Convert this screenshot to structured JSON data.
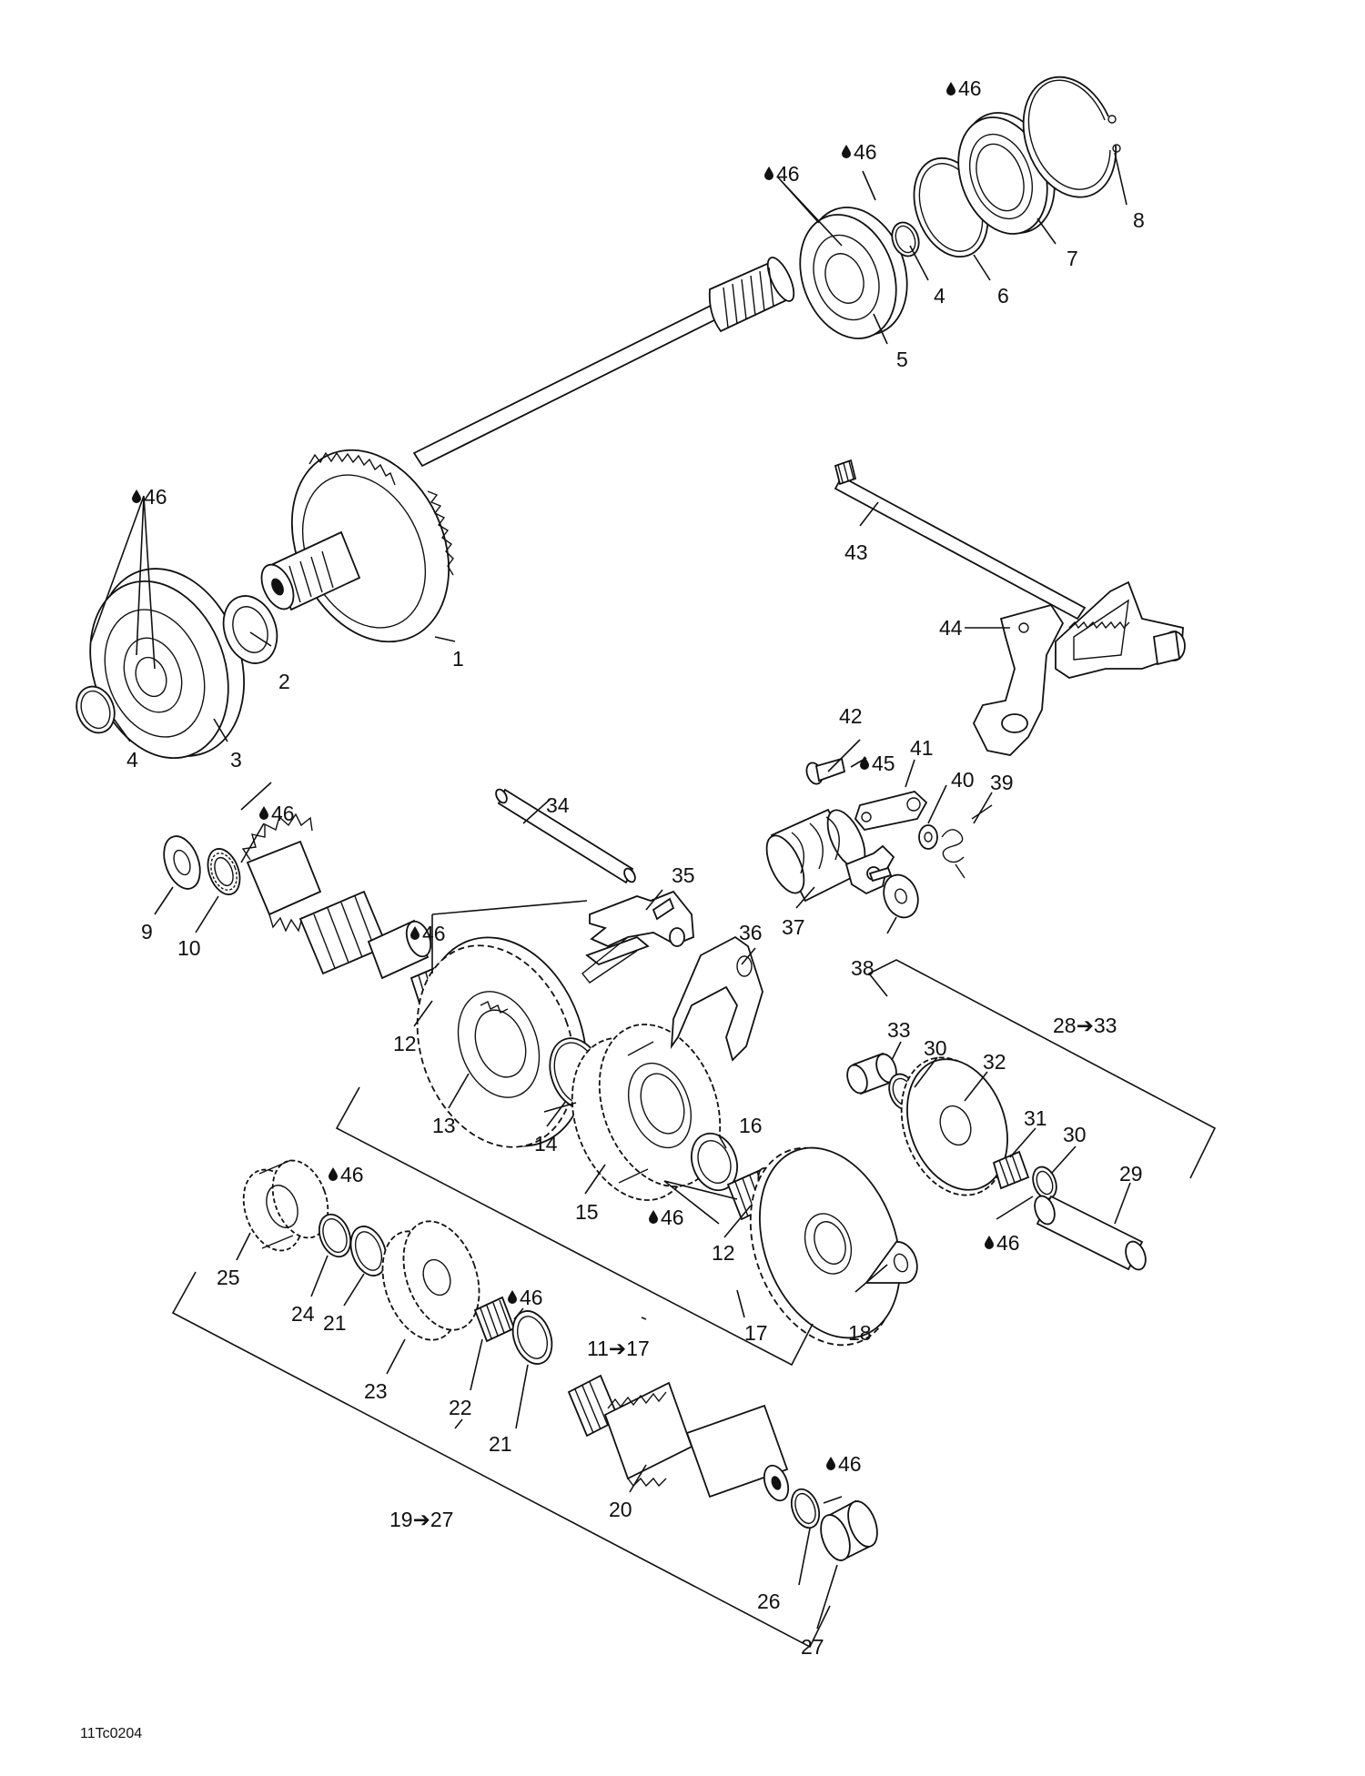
{
  "drawing_code": "11Tc0204",
  "lubricant_symbol": "oil-drop-icon",
  "callouts": {
    "c1": "1",
    "c2": "2",
    "c3": "3",
    "c4a": "4",
    "c4b": "4",
    "c5": "5",
    "c6": "6",
    "c7": "7",
    "c8": "8",
    "c9": "9",
    "c10": "10",
    "c12a": "12",
    "c12b": "12",
    "c13": "13",
    "c14": "14",
    "c15": "15",
    "c16": "16",
    "c17": "17",
    "c18": "18",
    "c20": "20",
    "c21a": "21",
    "c21b": "21",
    "c22": "22",
    "c23": "23",
    "c24": "24",
    "c25": "25",
    "c26": "26",
    "c27": "27",
    "c29": "29",
    "c30a": "30",
    "c30b": "30",
    "c31": "31",
    "c32": "32",
    "c33": "33",
    "c34": "34",
    "c35": "35",
    "c36": "36",
    "c37": "37",
    "c38": "38",
    "c39": "39",
    "c40": "40",
    "c41": "41",
    "c42": "42",
    "c43": "43",
    "c44": "44"
  },
  "lube_labels": {
    "l1": "46",
    "l2": "46",
    "l3": "46",
    "l4": "46",
    "l5": "46",
    "l6": "46",
    "l7": "46",
    "l8": "46",
    "l9": "46",
    "l10": "46",
    "l11": "45"
  },
  "group_labels": {
    "g_11_17": "11➔17",
    "g_19_27": "19➔27",
    "g_28_33": "28➔33"
  }
}
